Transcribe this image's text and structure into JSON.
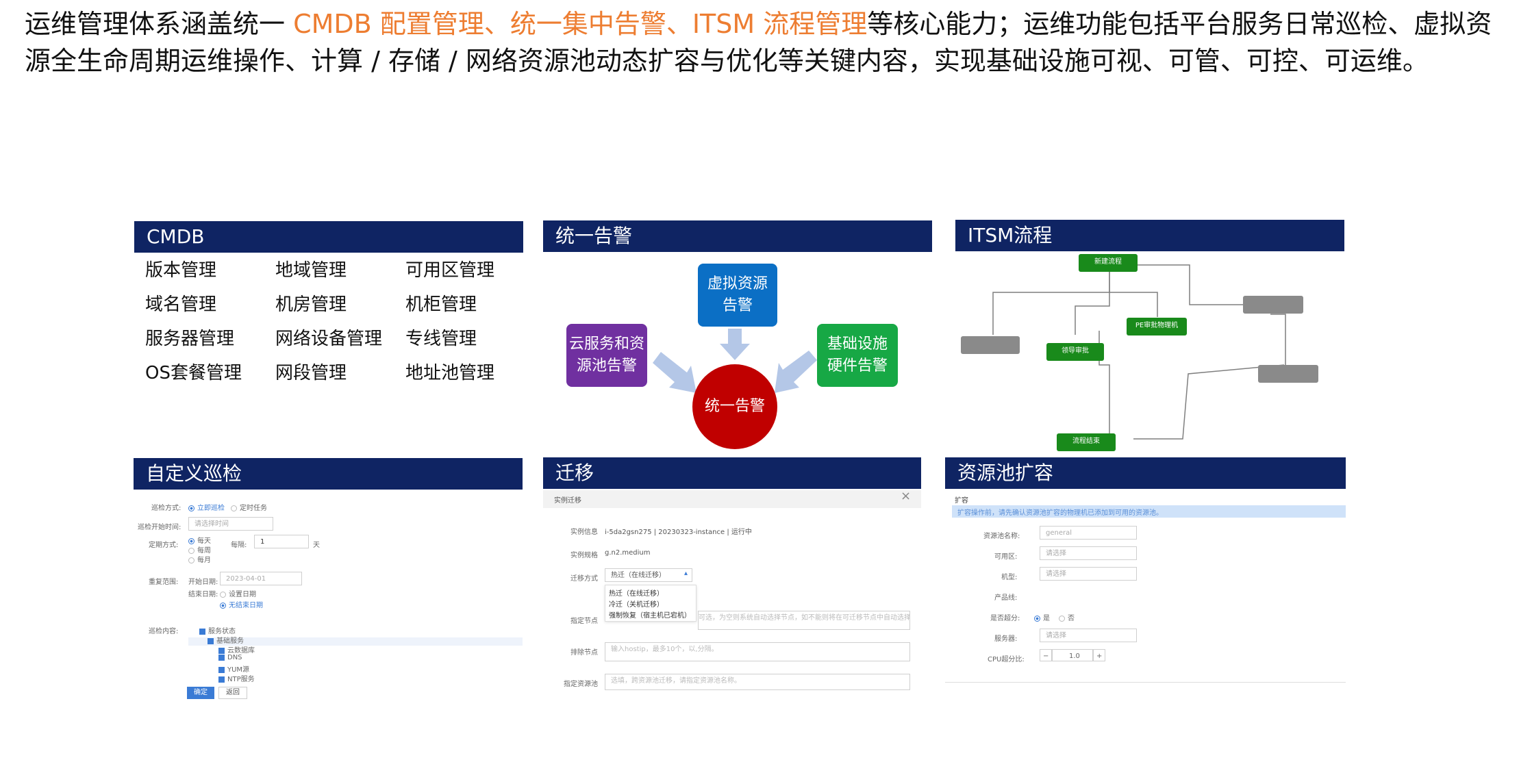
{
  "intro": {
    "part1": "运维管理体系涵盖统一 ",
    "highlight": "CMDB 配置管理、统一集中告警、ITSM 流程管理",
    "part2": "等核心能力；运维功能包括平台服务日常巡检、虚拟资源全生命周期运维操作、计算 / 存储 / 网络资源池动态扩容与优化等关键内容，实现基础设施可视、可管、可控、可运维。"
  },
  "colors": {
    "header": "#0f2463",
    "highlight": "#ed7d31",
    "purple": "#7030a0",
    "blue": "#0b6fc5",
    "green": "#17a845",
    "red": "#c00000",
    "arrow": "#b4c7e7"
  },
  "cmdb": {
    "title": "CMDB",
    "items": [
      "版本管理",
      "地域管理",
      "可用区管理",
      "域名管理",
      "机房管理",
      "机柜管理",
      "服务器管理",
      "网络设备管理",
      "专线管理",
      "OS套餐管理",
      "网段管理",
      "地址池管理"
    ]
  },
  "alarm": {
    "title": "统一告警",
    "virtual": "虚拟资源\n告警",
    "cloud": "云服务和资\n源池告警",
    "infra": "基础设施\n硬件告警",
    "center": "统一告警"
  },
  "itsm": {
    "title": "ITSM流程",
    "nodes": [
      "新建流程",
      "PE审批物理机",
      "领导审批",
      "流程结束"
    ]
  },
  "patrol": {
    "title": "自定义巡检",
    "r1_label": "巡检方式:",
    "r1_opt1": "立即巡检",
    "r1_opt2": "定时任务",
    "r2_label": "巡检开始时间:",
    "r2_ph": "请选择时间",
    "r3_label": "定期方式:",
    "r3_opts": [
      "每天",
      "每周",
      "每月"
    ],
    "r3_label2": "每隔:",
    "r3_val": "1",
    "r3_unit": "天",
    "r4_label": "重复范围:",
    "r4_start": "开始日期:",
    "r4_date": "2023-04-01",
    "r4_end": "结束日期:",
    "r4_end_opt1": "设置日期",
    "r4_end_opt2": "无结束日期",
    "r5_label": "巡检内容:",
    "tree": [
      "服务状态",
      "基础服务",
      "云数据库",
      "DNS",
      "YUM源",
      "NTP服务"
    ],
    "ok": "确定",
    "cancel": "返回"
  },
  "migrate": {
    "title": "迁移",
    "dialog": "实例迁移",
    "close": "×",
    "l_info": "实例信息",
    "v_info": "i-5da2gsn275 | 20230323-instance | 运行中",
    "l_spec": "实例规格",
    "v_spec": "g.n2.medium",
    "l_mode": "迁移方式",
    "v_mode": "热迁（在线迁移）",
    "opts": [
      "热迁（在线迁移）",
      "冷迁（关机迁移）",
      "强制恢复（宿主机已宕机）"
    ],
    "l_node": "指定节点",
    "ph_node": "可选，为空则系统自动选择节点，如不能则将在可迁移节点中自动选择。",
    "l_ex": "排除节点",
    "ph_ex": "输入hostip，最多10个，以,分隔。",
    "l_pool": "指定资源池",
    "ph_pool": "选填，跨资源池迁移，请指定资源池名称。"
  },
  "pool": {
    "title": "资源池扩容",
    "sub": "扩容",
    "notice": "扩容操作前，请先确认资源池扩容的物理机已添加到可用的资源池。",
    "l_name": "资源池名称:",
    "v_name": "general",
    "l_az": "可用区:",
    "v_az": "请选择",
    "l_room": "机型:",
    "v_room": "请选择",
    "l_product": "产品线:",
    "l_alloc": "是否超分:",
    "o_yes": "是",
    "o_no": "否",
    "l_server": "服务器:",
    "v_server": "请选择",
    "l_cpu": "CPU超分比:",
    "minus": "−",
    "v_cpu": "1.0",
    "plus": "+"
  }
}
